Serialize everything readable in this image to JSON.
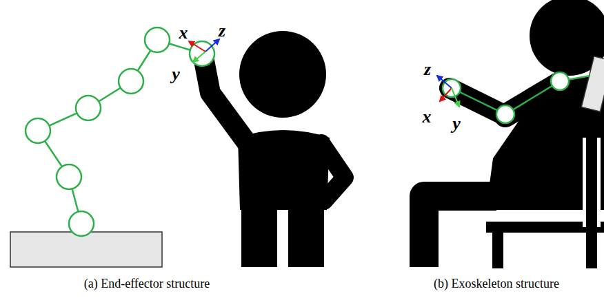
{
  "diagram": {
    "labels": [
      "x",
      "z",
      "y",
      "z",
      "x",
      "y",
      "(a) End-effector structure",
      "(b) Exoskeleton structure"
    ]
  }
}
